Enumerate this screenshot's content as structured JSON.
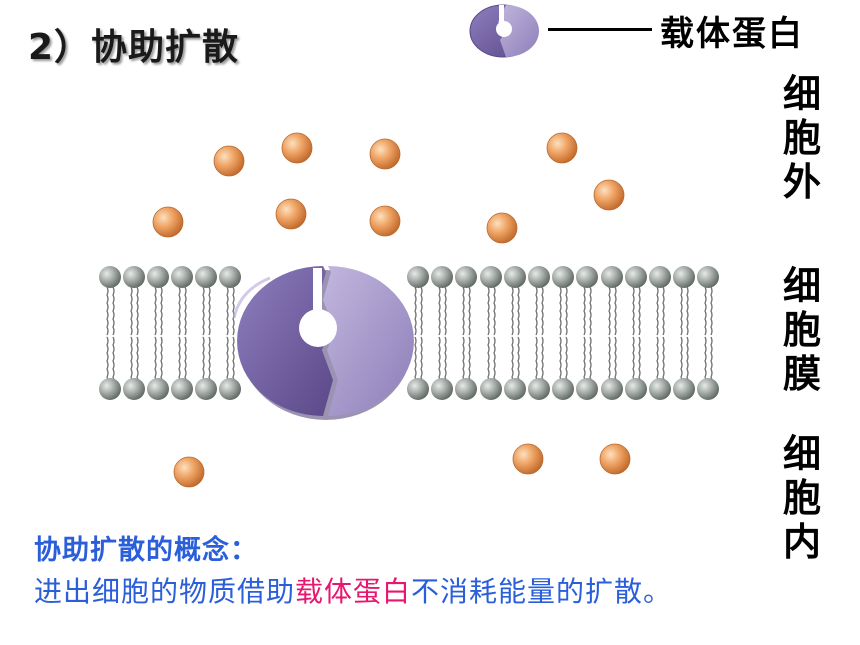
{
  "title": "2）协助扩散",
  "legend": {
    "label": "载体蛋白",
    "icon": "carrier-protein-icon"
  },
  "side_labels": {
    "outside": "细胞外",
    "membrane": "细胞膜",
    "inside": "细胞内"
  },
  "concept": {
    "heading": "协助扩散的概念：",
    "part1": "进出细胞的物质借助",
    "highlight": "载体蛋白",
    "part2": "不消耗能量的扩散。"
  },
  "colors": {
    "text_blue": "#2b5fd9",
    "highlight_pink": "#e8166e",
    "protein_dark": "#6e5a9e",
    "protein_light": "#a898cc",
    "particle": "#e89a52",
    "lipid_head": "#9aa09c"
  }
}
